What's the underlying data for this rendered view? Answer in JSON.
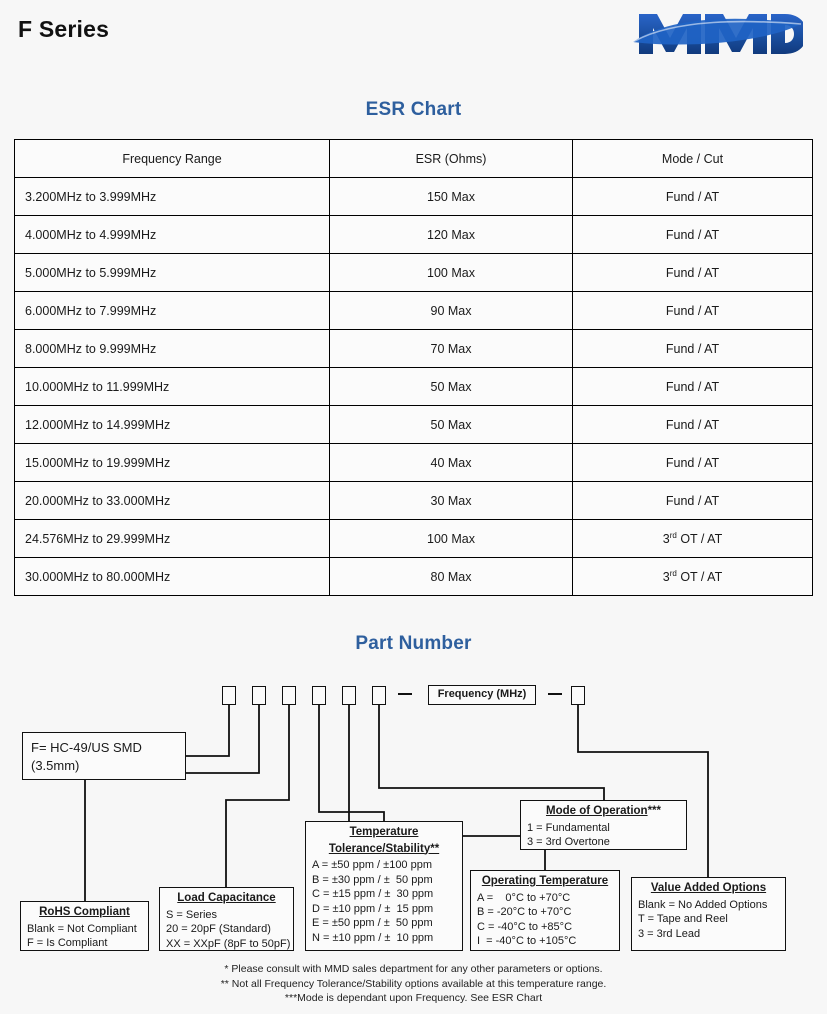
{
  "header": {
    "title": "F Series",
    "logo_text": "MMD",
    "logo_color": "#1a4fa0"
  },
  "esr_section": {
    "title": "ESR Chart",
    "title_color": "#2e5f9e",
    "columns": [
      "Frequency Range",
      "ESR (Ohms)",
      "Mode / Cut"
    ],
    "rows": [
      {
        "frequency": "3.200MHz to 3.999MHz",
        "esr": "150 Max",
        "mode": "Fund / AT",
        "mode_sup": ""
      },
      {
        "frequency": "4.000MHz to 4.999MHz",
        "esr": "120 Max",
        "mode": "Fund / AT",
        "mode_sup": ""
      },
      {
        "frequency": "5.000MHz to 5.999MHz",
        "esr": "100 Max",
        "mode": "Fund / AT",
        "mode_sup": ""
      },
      {
        "frequency": "6.000MHz to 7.999MHz",
        "esr": "90 Max",
        "mode": "Fund / AT",
        "mode_sup": ""
      },
      {
        "frequency": "8.000MHz to 9.999MHz",
        "esr": "70 Max",
        "mode": "Fund / AT",
        "mode_sup": ""
      },
      {
        "frequency": "10.000MHz to 11.999MHz",
        "esr": "50 Max",
        "mode": "Fund / AT",
        "mode_sup": ""
      },
      {
        "frequency": "12.000MHz to 14.999MHz",
        "esr": "50 Max",
        "mode": "Fund / AT",
        "mode_sup": ""
      },
      {
        "frequency": "15.000MHz to 19.999MHz",
        "esr": "40 Max",
        "mode": "Fund / AT",
        "mode_sup": ""
      },
      {
        "frequency": "20.000MHz to 33.000MHz",
        "esr": "30 Max",
        "mode": "Fund / AT",
        "mode_sup": ""
      },
      {
        "frequency": "24.576MHz to 29.999MHz",
        "esr": "100 Max",
        "mode_pre": "3",
        "mode_sup": "rd",
        "mode_post": " OT / AT"
      },
      {
        "frequency": "30.000MHz to 80.000MHz",
        "esr": "80 Max",
        "mode_pre": "3",
        "mode_sup": "rd",
        "mode_post": " OT / AT"
      }
    ]
  },
  "part_number_section": {
    "title": "Part Number",
    "frequency_box_label": "Frequency (MHz)",
    "separator": "—",
    "slots": [
      "",
      "",
      "",
      "",
      "",
      "",
      ""
    ],
    "callouts": {
      "body": {
        "lines": [
          "F= HC-49/US SMD",
          "(3.5mm)"
        ]
      },
      "rohs": {
        "title": "RoHS Compliant",
        "lines": [
          "Blank = Not Compliant",
          "F = Is Compliant"
        ]
      },
      "load_capacitance": {
        "title": "Load Capacitance",
        "lines": [
          "S = Series",
          "20 = 20pF (Standard)",
          "XX = XXpF (8pF to 50pF)"
        ]
      },
      "temperature": {
        "title_line1": "Temperature",
        "title_line2": "Tolerance/Stability**",
        "lines": [
          "A = ±50 ppm / ±100 ppm",
          "B = ±30 ppm / ±  50 ppm",
          "C = ±15 ppm / ±  30 ppm",
          "D = ±10 ppm / ±  15 ppm",
          "E = ±50 ppm / ±  50 ppm",
          "N = ±10 ppm / ±  10 ppm"
        ]
      },
      "operating_temperature": {
        "title": "Operating Temperature",
        "lines": [
          "A =    0°C to +70°C",
          "B = -20°C to +70°C",
          "C = -40°C to +85°C",
          "I  = -40°C to +105°C"
        ]
      },
      "mode_of_operation": {
        "title": "Mode of Operation",
        "title_suffix": "***",
        "lines": [
          "1 = Fundamental",
          "3 = 3rd Overtone"
        ]
      },
      "value_added": {
        "title": "Value Added Options",
        "lines": [
          "Blank = No Added Options",
          "T = Tape and Reel",
          "3 = 3rd Lead"
        ]
      }
    }
  },
  "footnotes": [
    "* Please consult with MMD sales department for any other parameters or options.",
    "** Not all Frequency Tolerance/Stability options available at this temperature range.",
    "***Mode is dependant upon Frequency. See ESR Chart"
  ]
}
